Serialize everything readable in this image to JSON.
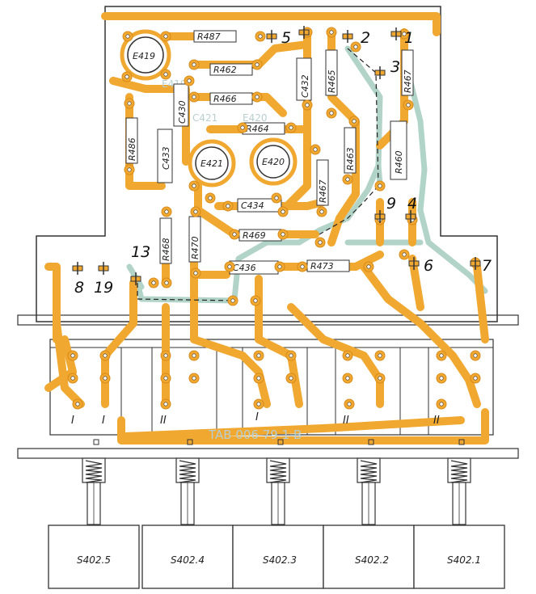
{
  "colors": {
    "board_bg": "#ffffff",
    "copper": "#f0a830",
    "copper_dark": "#d88a18",
    "green_trace": "#a9cfc3",
    "outline": "#333333"
  },
  "tube_labels": [
    "E419",
    "E421",
    "E420"
  ],
  "resistor_labels": [
    "R487",
    "R462",
    "R466",
    "R464",
    "R465",
    "R467",
    "R463",
    "R460",
    "R467",
    "R468",
    "R470",
    "R469",
    "R473",
    "R486"
  ],
  "capacitor_labels": [
    "C432",
    "C430",
    "C433",
    "C434",
    "C436"
  ],
  "terminal_numbers": [
    "5",
    "2",
    "1",
    "3",
    "9",
    "4",
    "13",
    "8",
    "19",
    "6",
    "7"
  ],
  "switch_labels": [
    "S402.5",
    "S402.4",
    "S402.3",
    "S402.2",
    "S402.1"
  ],
  "section_marks": [
    "I",
    "I",
    "II",
    "I",
    "II",
    "II"
  ],
  "board_code": "TAB 006 79 1-B",
  "ghost_labels": [
    "E419",
    "E420",
    "C421"
  ]
}
